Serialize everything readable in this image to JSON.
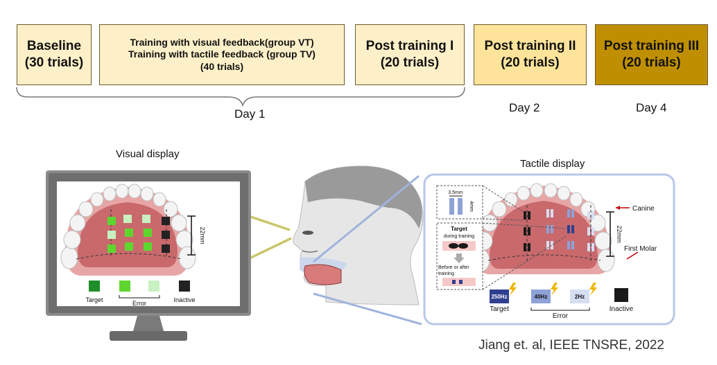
{
  "timeline": {
    "baseline": {
      "title": "Baseline",
      "trials": "(30 trials)"
    },
    "training": {
      "line1": "Training with visual feedback(group VT)",
      "line2": "Training with tactile feedback (group TV)",
      "trials": "(40 trials)"
    },
    "post1": {
      "title": "Post training I",
      "trials": "(20 trials)"
    },
    "post2": {
      "title": "Post training II",
      "trials": "(20 trials)"
    },
    "post3": {
      "title": "Post training III",
      "trials": "(20 trials)"
    },
    "days": {
      "day1": "Day 1",
      "day2": "Day 2",
      "day4": "Day 4"
    },
    "colors": {
      "light": "#fdf0c8",
      "mid": "#fde49a",
      "dark": "#bf8f00"
    }
  },
  "visual_display": {
    "title": "Visual display",
    "measure": "22mm",
    "legend": {
      "target": "Target",
      "error": "Error",
      "inactive": "Inactive"
    },
    "colors": {
      "target": "#1f8f2a",
      "error_bright": "#5ed62e",
      "error_light": "#c8f0c0",
      "inactive": "#222222"
    }
  },
  "tactile_display": {
    "title": "Tactile display",
    "measure": "22mm",
    "canine": "Canine",
    "first_molar": "First Molar",
    "inset": {
      "width": "3.5mm",
      "height": "4mm",
      "target_label": "Target",
      "during": "during training",
      "before_after_1": "Before or after",
      "before_after_2": "training"
    },
    "legend": {
      "hz250": "250Hz",
      "hz40": "40Hz",
      "hz2": "2Hz",
      "target": "Target",
      "error": "Error",
      "inactive": "Inactive"
    },
    "colors": {
      "hz250": "#2f3f8f",
      "hz40": "#8ea2d8",
      "hz2": "#d6def2",
      "inactive": "#1a1a1a"
    }
  },
  "citation": "Jiang et. al, IEEE TNSRE, 2022"
}
